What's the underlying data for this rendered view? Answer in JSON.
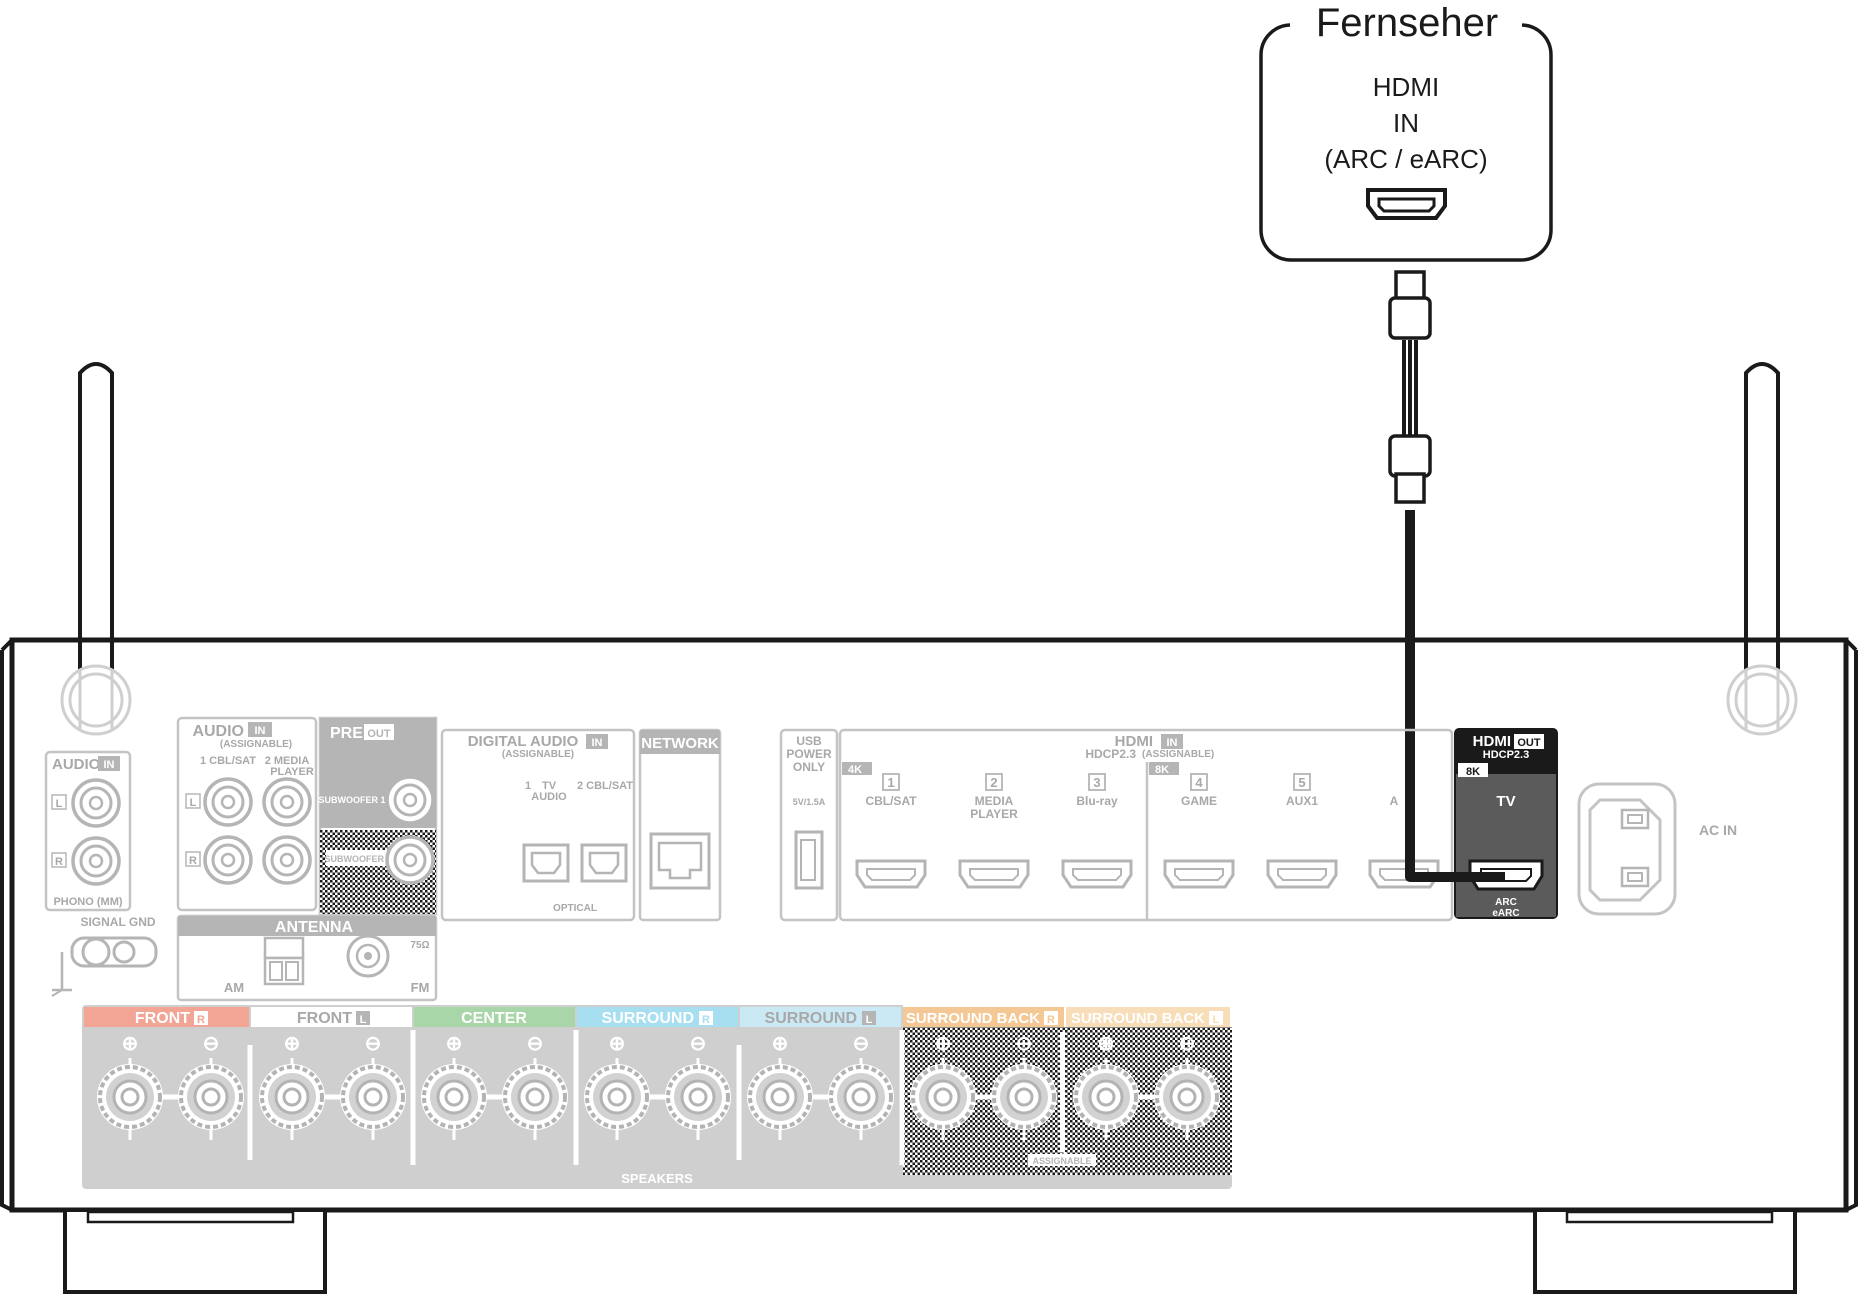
{
  "tv": {
    "title": "Fernseher",
    "port_line1": "HDMI",
    "port_line2": "IN",
    "port_line3": "(ARC / eARC)"
  },
  "receiver": {
    "audio_in_phono": {
      "header": "AUDIO",
      "tag": "IN",
      "left": "L",
      "right": "R",
      "caption": "PHONO (MM)",
      "gnd": "SIGNAL GND"
    },
    "audio_in_assignable": {
      "header": "AUDIO",
      "tag": "IN",
      "sub": "(ASSIGNABLE)",
      "in1": "1 CBL/SAT",
      "in2": "2 MEDIA",
      "in2b": "PLAYER",
      "left": "L",
      "right": "R"
    },
    "pre_out": {
      "header": "PRE",
      "tag": "OUT",
      "sub1": "SUBWOOFER 1",
      "sub2": "SUBWOOFER 2"
    },
    "digital_audio": {
      "header": "DIGITAL AUDIO",
      "tag": "IN",
      "sub": "(ASSIGNABLE)",
      "in1": "1",
      "in1b": "TV",
      "in1c": "AUDIO",
      "in2": "2 CBL/SAT",
      "caption": "OPTICAL"
    },
    "network": {
      "header": "NETWORK"
    },
    "usb": {
      "line1": "USB",
      "line2": "POWER",
      "line3": "ONLY",
      "rating": "5V/1.5A"
    },
    "hdmi_in": {
      "header": "HDMI",
      "tag": "IN",
      "sub": "HDCP2.3",
      "sub2": "(ASSIGNABLE)",
      "badge_4k": "4K",
      "badge_8k": "8K",
      "ports": [
        {
          "num": "1",
          "label": "CBL/SAT",
          "label2": ""
        },
        {
          "num": "2",
          "label": "MEDIA",
          "label2": "PLAYER"
        },
        {
          "num": "3",
          "label": "Blu-ray",
          "label2": ""
        },
        {
          "num": "4",
          "label": "GAME",
          "label2": ""
        },
        {
          "num": "5",
          "label": "AUX1",
          "label2": ""
        },
        {
          "num": "",
          "label": "A",
          "label2": ""
        }
      ]
    },
    "hdmi_out": {
      "header": "HDMI",
      "tag": "OUT",
      "sub": "HDCP2.3",
      "badge": "8K",
      "label": "TV",
      "arc": "ARC",
      "earc": "eARC"
    },
    "ac_in": "AC IN",
    "antenna": {
      "header": "ANTENNA",
      "am": "AM",
      "fm": "FM",
      "ohm": "75Ω"
    },
    "speakers": {
      "caption": "SPEAKERS",
      "assignable": "ASSIGNABLE",
      "groups": [
        {
          "label": "FRONT",
          "side": "R",
          "color": "#f2a595"
        },
        {
          "label": "FRONT",
          "side": "L",
          "color": "#ffffff"
        },
        {
          "label": "CENTER",
          "side": "",
          "color": "#a9d6a9"
        },
        {
          "label": "SURROUND",
          "side": "R",
          "color": "#a7dff1"
        },
        {
          "label": "SURROUND",
          "side": "L",
          "color": "#cbe9f4"
        },
        {
          "label": "SURROUND BACK",
          "side": "R",
          "color": "#f3c894"
        },
        {
          "label": "SURROUND BACK",
          "side": "L",
          "color": "#f7ddb8"
        }
      ]
    }
  }
}
